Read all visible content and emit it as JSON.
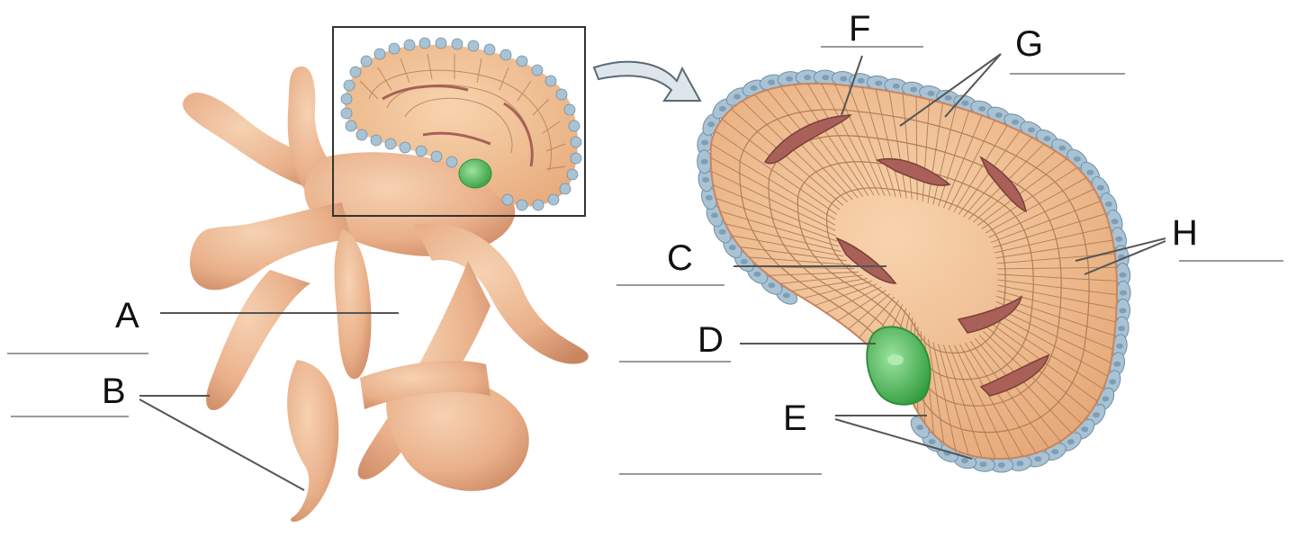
{
  "labels": {
    "a": "A",
    "b": "B",
    "c": "C",
    "d": "D",
    "e": "E",
    "f": "F",
    "g": "G",
    "h": "H"
  },
  "colors": {
    "tissue_light": "#f3c6a0",
    "tissue_mid": "#e2a67c",
    "tissue_dark": "#c98560",
    "cell_fill": "#f1b98a",
    "cell_line": "#b07c56",
    "capillary": "#a86058",
    "capillary_dark": "#7a3f3a",
    "shell_cell": "#a9c3d4",
    "shell_cell_edge": "#6f8fa6",
    "green_cell": "#5fc46a",
    "green_cell_dark": "#2f8f3a",
    "frame": "#333333",
    "arrow_fill": "#dde6ea",
    "arrow_edge": "#5a6a74",
    "line": "#555555",
    "blank_line": "#9a9a9a",
    "text": "#111111"
  }
}
